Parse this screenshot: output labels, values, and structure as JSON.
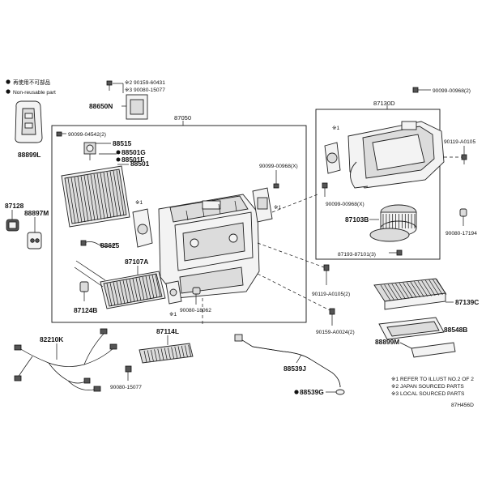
{
  "legend": {
    "non_reusable_jp": "再使用不可部品",
    "non_reusable_en": "Non-reusable part"
  },
  "parts": {
    "p87050": "87050",
    "p88650N": "88650N",
    "ref_90159_60431": "※2 90159-60431",
    "ref_90080_15077_top": "※3 90080-15077",
    "p88899L": "88899L",
    "p90099_04542": "90099-04542(2)",
    "p88515": "88515",
    "p88501G": "88501G",
    "p88501F": "88501F",
    "p88501": "88501",
    "p87128": "87128",
    "p88897M": "88897M",
    "p88625": "88625",
    "p87107A": "87107A",
    "p87124B": "87124B",
    "p90080_18062": "90080-18062",
    "p90099_00968X_mid": "90099-00968(X)",
    "p87130D": "87130D",
    "p90099_00968_2": "90099-00968(2)",
    "p90119_A0105": "90119-A0105",
    "p90099_00968X_right": "90099-00968(X)",
    "p87103B": "87103B",
    "p90080_17194": "90080-17194",
    "p87193_87101": "87193-87101(3)",
    "p90119_A0105_2": "90119-A0105(2)",
    "p90159_A0024": "90159-A0024(2)",
    "p87139C": "87139C",
    "p88548B": "88548B",
    "p88899M": "88899M",
    "p82210K": "82210K",
    "p87114L": "87114L",
    "p88539J": "88539J",
    "p88539G": "88539G",
    "p90080_15077_bottom": "90080-15077",
    "mark1_a": "※1",
    "mark1_b": "※1",
    "mark1_c": "※1",
    "mark1_d": "※1"
  },
  "notes": {
    "n1": "※1 REFER TO ILLUST NO.2 OF 2",
    "n2": "※2 JAPAN SOURCED PARTS",
    "n3": "※3 LOCAL SOURCED PARTS"
  },
  "diagram_code": "87H456D"
}
